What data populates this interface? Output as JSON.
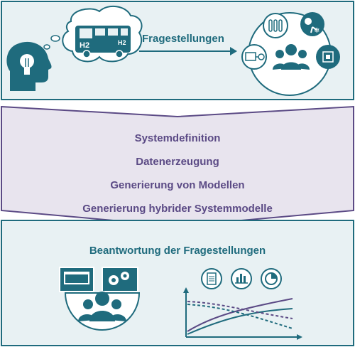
{
  "top_panel": {
    "question_label": "Fragestellungen",
    "bus_text_left": "H2",
    "bus_text_right": "H2"
  },
  "process_steps": [
    "Systemdefinition",
    "Datenerzeugung",
    "Generierung von Modellen",
    "Generierung hybrider Systemmodelle"
  ],
  "bottom_panel": {
    "answer_title": "Beantwortung der Fragestellungen"
  },
  "colors": {
    "teal": "#1f6b7d",
    "panel_bg": "#e8f1f3",
    "process_bg": "#e8e4ee",
    "process_border": "#5b4a85",
    "curve_purple": "#5b4a85"
  },
  "icons": [
    "lightbulb-head-icon",
    "thought-bubble-icon",
    "fuel-cell-bus-icon",
    "gas-cylinders-icon",
    "fan-snowflake-icon",
    "battery-charger-icon",
    "processor-chip-icon",
    "people-group-icon",
    "document-icon",
    "chart-icon",
    "pie-chart-icon",
    "gears-icon"
  ]
}
